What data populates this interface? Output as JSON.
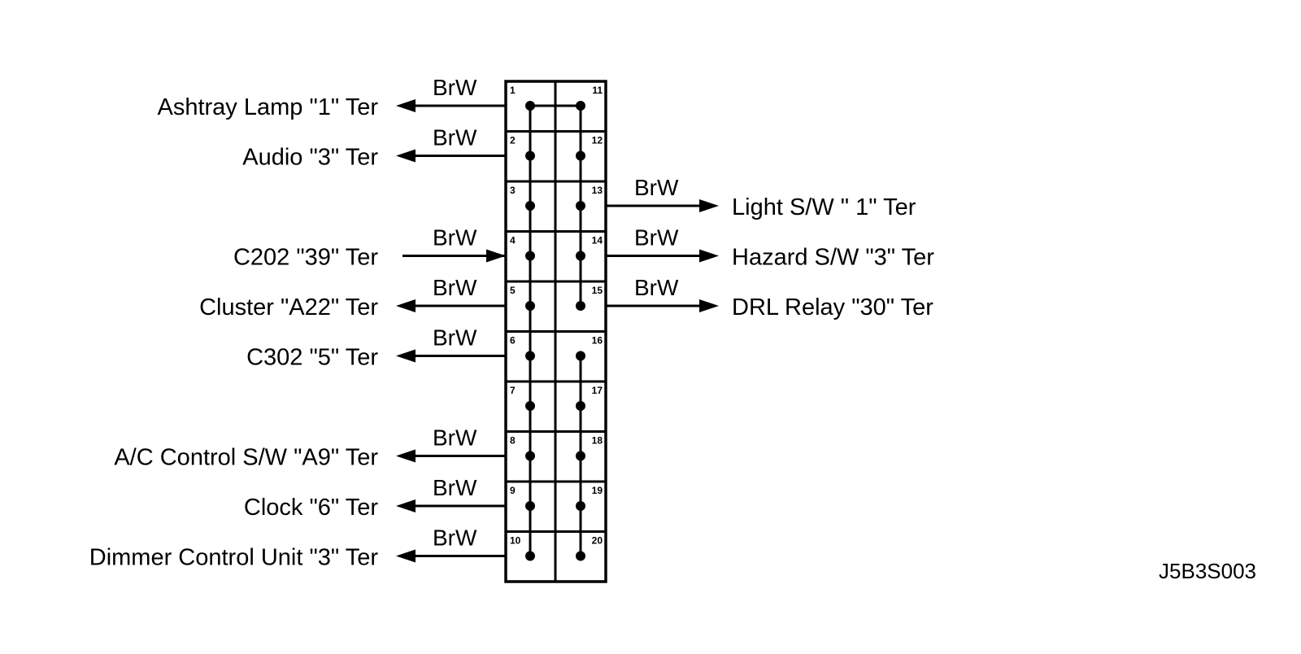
{
  "diagram": {
    "figure_code": "J5B3S003",
    "pins_left": [
      "1",
      "2",
      "3",
      "4",
      "5",
      "6",
      "7",
      "8",
      "9",
      "10"
    ],
    "pins_right": [
      "11",
      "12",
      "13",
      "14",
      "15",
      "16",
      "17",
      "18",
      "19",
      "20"
    ],
    "left_connections": [
      {
        "row": 0,
        "label": "Ashtray Lamp  \"1\" Ter",
        "wire": "BrW",
        "direction": "out"
      },
      {
        "row": 1,
        "label": "Audio \"3\" Ter",
        "wire": "BrW",
        "direction": "out"
      },
      {
        "row": 3,
        "label": "C202  \"39\" Ter",
        "wire": "BrW",
        "direction": "in"
      },
      {
        "row": 4,
        "label": "Cluster  \"A22\" Ter",
        "wire": "BrW",
        "direction": "out"
      },
      {
        "row": 5,
        "label": "C302 \"5\" Ter",
        "wire": "BrW",
        "direction": "out"
      },
      {
        "row": 7,
        "label": "A/C Control S/W  \"A9\" Ter",
        "wire": "BrW",
        "direction": "out"
      },
      {
        "row": 8,
        "label": "Clock  \"6\" Ter",
        "wire": "BrW",
        "direction": "out"
      },
      {
        "row": 9,
        "label": "Dimmer Control Unit  \"3\" Ter",
        "wire": "BrW",
        "direction": "out"
      }
    ],
    "right_connections": [
      {
        "row": 2,
        "label": "Light S/W  \" 1\" Ter",
        "wire": "BrW",
        "direction": "out"
      },
      {
        "row": 3,
        "label": "Hazard S/W  \"3\" Ter",
        "wire": "BrW",
        "direction": "out"
      },
      {
        "row": 4,
        "label": "DRL Relay \"30\" Ter",
        "wire": "BrW",
        "direction": "out"
      }
    ]
  }
}
